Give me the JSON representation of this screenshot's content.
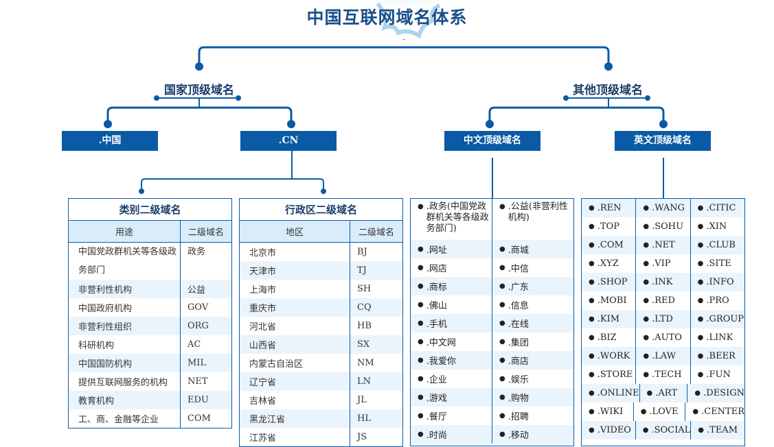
{
  "title": "中国互联网域名体系",
  "branches": {
    "national": {
      "title": "国家顶级域名",
      "boxes": [
        ".中国",
        ".CN"
      ],
      "tables": [
        {
          "caption": "类别二级域名",
          "headers": [
            "用途",
            "二级域名"
          ],
          "rows": [
            [
              "中国党政群机关等各级政务部门",
              "政务"
            ],
            [
              "非营利性机构",
              "公益"
            ],
            [
              "中国政府机构",
              "GOV"
            ],
            [
              "非营利性组织",
              "ORG"
            ],
            [
              "科研机构",
              "AC"
            ],
            [
              "中国国防机构",
              "MIL"
            ],
            [
              "提供互联网服务的机构",
              "NET"
            ],
            [
              "教育机构",
              "EDU"
            ],
            [
              "工、商、金融等企业",
              "COM"
            ]
          ]
        },
        {
          "caption": "行政区二级域名",
          "headers": [
            "地区",
            "二级域名"
          ],
          "rows": [
            [
              "北京市",
              "BJ"
            ],
            [
              "天津市",
              "TJ"
            ],
            [
              "上海市",
              "SH"
            ],
            [
              "重庆市",
              "CQ"
            ],
            [
              "河北省",
              "HB"
            ],
            [
              "山西省",
              "SX"
            ],
            [
              "内蒙古自治区",
              "NM"
            ],
            [
              "辽宁省",
              "LN"
            ],
            [
              "吉林省",
              "JL"
            ],
            [
              "黑龙江省",
              "HL"
            ],
            [
              "江苏省",
              "JS"
            ]
          ]
        }
      ]
    },
    "other": {
      "title": "其他顶级域名",
      "boxes": [
        "中文顶级域名",
        "英文顶级域名"
      ],
      "chinese_first": [
        ".政务(中国党政群机关等各级政务部门)",
        ".公益(非营利性机构)"
      ],
      "chinese_rows": [
        [
          ".网址",
          ".商城"
        ],
        [
          ".网店",
          ".中信"
        ],
        [
          ".商标",
          ".广东"
        ],
        [
          ".佛山",
          ".信息"
        ],
        [
          ".手机",
          ".在线"
        ],
        [
          ".中文网",
          ".集团"
        ],
        [
          ".我爱你",
          ".商店"
        ],
        [
          ".企业",
          ".娱乐"
        ],
        [
          ".游戏",
          ".购物"
        ],
        [
          ".餐厅",
          ".招聘"
        ],
        [
          ".时尚",
          ".移动"
        ]
      ],
      "english_rows": [
        [
          ".REN",
          ".WANG",
          ".CITIC"
        ],
        [
          ".TOP",
          ".SOHU",
          ".XIN"
        ],
        [
          ".COM",
          ".NET",
          ".CLUB"
        ],
        [
          ".XYZ",
          ".VIP",
          ".SITE"
        ],
        [
          ".SHOP",
          ".INK",
          ".INFO"
        ],
        [
          ".MOBI",
          ".RED",
          ".PRO"
        ],
        [
          ".KIM",
          ".LTD",
          ".GROUP"
        ],
        [
          ".BIZ",
          ".AUTO",
          ".LINK"
        ],
        [
          ".WORK",
          ".LAW",
          ".BEER"
        ],
        [
          ".STORE",
          ".TECH",
          ".FUN"
        ],
        [
          ".ONLINE",
          ".ART",
          ".DESIGN"
        ],
        [
          ".WIKI",
          ".LOVE",
          ".CENTER"
        ],
        [
          ".VIDEO",
          ".SOCIAL",
          ".TEAM"
        ]
      ]
    }
  },
  "colors": {
    "primary": "#0a5aa5",
    "header_bg": "#d9ecf9",
    "alt_bg": "#eaf4fc",
    "title": "#1a4f8a"
  }
}
